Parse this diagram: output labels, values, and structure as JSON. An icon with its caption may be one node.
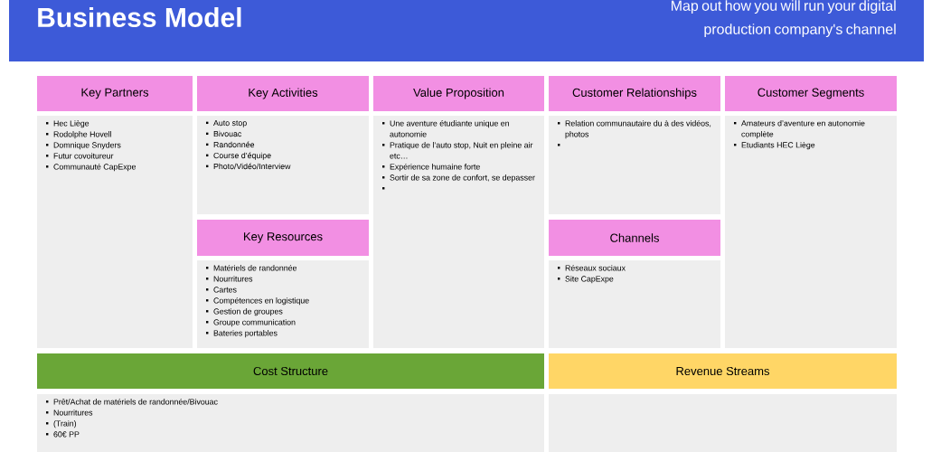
{
  "diagram": {
    "title": "Business Model",
    "nodes": [
      {
        "text": [
          "Key Partners"
        ]
      },
      {
        "text": [
          "Hec Liège",
          "Rodolphe Hovell",
          "Domnique Snyders",
          "Futur covoitureur",
          "Communauté CapExpe"
        ]
      },
      {
        "text": [
          "Key Activities"
        ]
      },
      {
        "text": [
          "Auto stop",
          "Bivouac",
          "Randonnée",
          "Course d’équipe",
          "Photo/Vidéo/Interview"
        ]
      },
      {
        "text": [
          "Value Proposition"
        ]
      },
      {
        "text": [
          "Une aventure étudiante unique en autonomie",
          "Pratique de l’auto stop, Nuit en pleine air etc…",
          "Expérience humaine forte",
          "Sortir de sa zone de confort, se depasser"
        ]
      },
      {
        "text": [
          "Customer Relationships"
        ]
      },
      {
        "text": [
          "Relation communautaire du à des vidéos, photos"
        ]
      },
      {
        "text": [
          "Customer Segments"
        ]
      },
      {
        "text": [
          "Amateurs d’aventure en autonomie complète",
          "Etudiants HEC Liège"
        ]
      },
      {
        "text": [
          "Key Resources"
        ]
      },
      {
        "text": [
          "Matériels de randonnée",
          "Nourritures",
          "Cartes",
          "Compétences en logistique",
          "Gestion de groupes",
          "Groupe communication",
          "Bateries portables"
        ]
      },
      {
        "text": [
          "Channels"
        ]
      },
      {
        "text": [
          "Réseaux sociaux",
          "Site CapExpe"
        ]
      },
      {
        "text": [
          "Cost Structure"
        ]
      },
      {
        "text": [
          "Prêt/Achat de matériels de randonnée/Bivouac",
          "Nourritures",
          "(Train)",
          "60€ PP"
        ]
      },
      {
        "text": [
          "Revenue Streams"
        ]
      },
      {
        "text": [],
        "shape": "box"
      }
    ],
    "labels": [
      "Map out how you will run your digital production company's channel"
    ]
  }
}
